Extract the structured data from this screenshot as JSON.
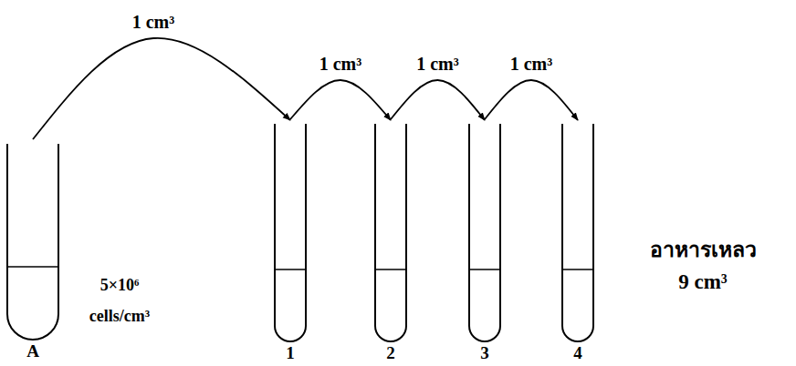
{
  "diagram": {
    "nodes": [
      {
        "text": [
          "A",
          "5×10⁶ cells/cm³"
        ]
      },
      {
        "text": [
          "1"
        ]
      },
      {
        "text": [
          "2"
        ]
      },
      {
        "text": [
          "3"
        ]
      },
      {
        "text": [
          "4"
        ]
      }
    ],
    "edges": [
      {
        "from": 0,
        "to": 1,
        "arrow": "to",
        "label": "1 cm³"
      },
      {
        "from": 1,
        "to": 2,
        "arrow": "to",
        "label": "1 cm³"
      },
      {
        "from": 2,
        "to": 3,
        "arrow": "to",
        "label": "1 cm³"
      },
      {
        "from": 3,
        "to": 4,
        "arrow": "to",
        "label": "1 cm³"
      }
    ],
    "labels": [
      "อาหารเหลว 9 cm³"
    ]
  }
}
